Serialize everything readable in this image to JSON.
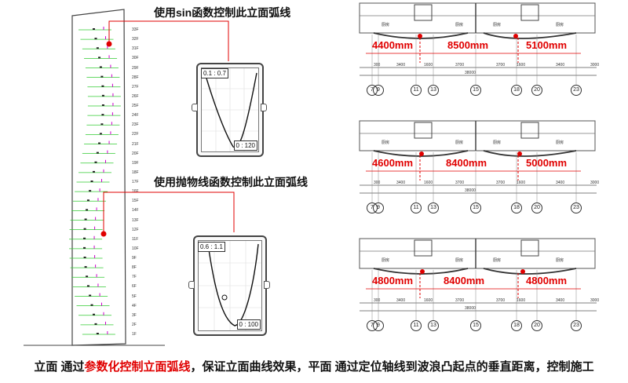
{
  "headings": {
    "sin": "使用sin函数控制此立面弧线",
    "parabola": "使用抛物线函数控制此立面弧线"
  },
  "graph_sin": {
    "top_left": "0.1 : 0.7",
    "bottom_right": "0 : 120"
  },
  "graph_parabola": {
    "top_left": "0.6 : 1.1",
    "bottom_right": "0 : 100"
  },
  "floors": [
    "33F",
    "32F",
    "31F",
    "30F",
    "29F",
    "28F",
    "27F",
    "26F",
    "25F",
    "24F",
    "23F",
    "22F",
    "21F",
    "20F",
    "19F",
    "18F",
    "17F",
    "16F",
    "15F",
    "14F",
    "13F",
    "12F",
    "11F",
    "10F",
    "9F",
    "8F",
    "7F",
    "6F",
    "5F",
    "4F",
    "3F",
    "2F",
    "1F"
  ],
  "plans": [
    {
      "dims": [
        "4400mm",
        "8500mm",
        "5100mm"
      ],
      "total": "38000",
      "spans": [
        "300",
        "3400",
        "1600",
        "3700",
        "3700",
        "1600",
        "3400",
        "3000"
      ],
      "axes": [
        "7",
        "9",
        "11",
        "13",
        "15",
        "18",
        "20",
        "23"
      ]
    },
    {
      "dims": [
        "4600mm",
        "8400mm",
        "5000mm"
      ],
      "total": "38000",
      "spans": [
        "300",
        "3400",
        "1600",
        "3700",
        "3700",
        "1600",
        "3400",
        "3000"
      ],
      "axes": [
        "7",
        "9",
        "11",
        "13",
        "15",
        "18",
        "20",
        "23"
      ]
    },
    {
      "dims": [
        "4800mm",
        "8400mm",
        "4800mm"
      ],
      "total": "38000",
      "spans": [
        "300",
        "3400",
        "1600",
        "3700",
        "3700",
        "1600",
        "3400",
        "3000"
      ],
      "axes": [
        "7",
        "9",
        "11",
        "13",
        "15",
        "18",
        "20",
        "23"
      ]
    }
  ],
  "room_labels": [
    "厨房",
    "厨房",
    "厨房",
    "厨房"
  ],
  "caption": {
    "part1": "立面 通过",
    "highlight": "参数化控制立面弧线",
    "part2": "，保证立面曲线效果，平面 通过定位轴线到波浪凸起点的垂直距离，控制施工"
  },
  "colors": {
    "accent": "#e00000",
    "green": "#33cc33",
    "magenta": "#cc00cc"
  }
}
